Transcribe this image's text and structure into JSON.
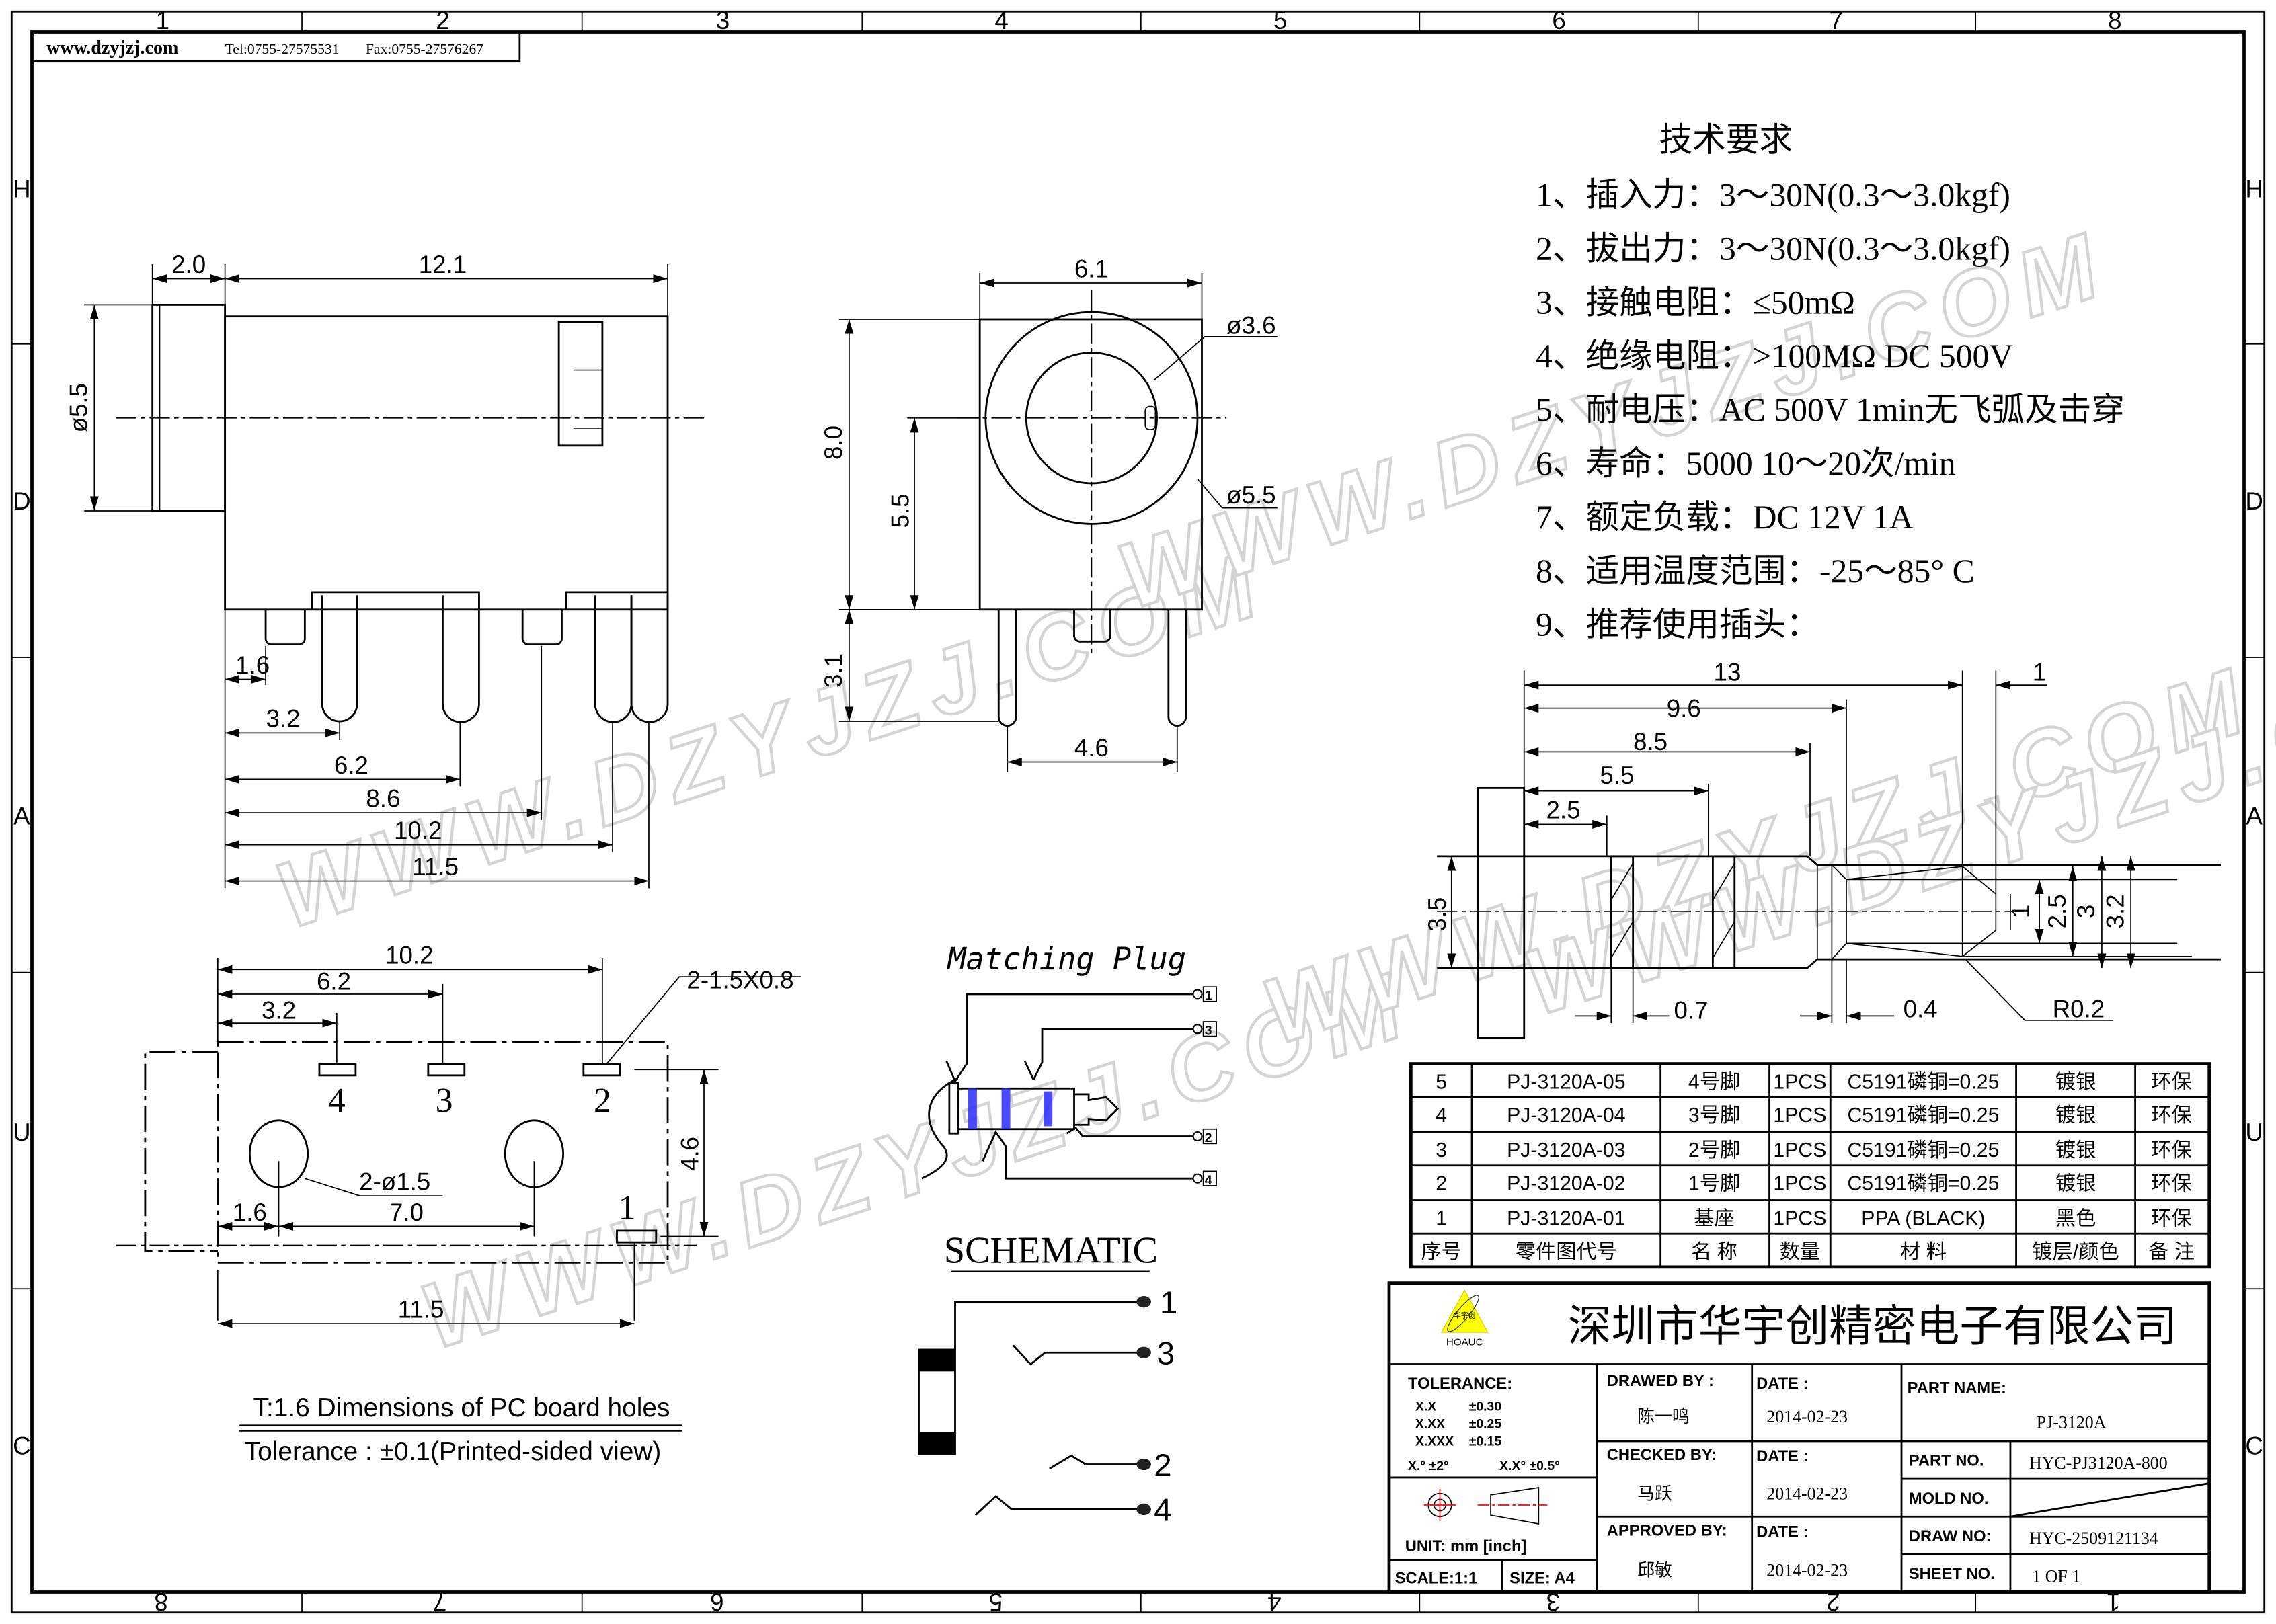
{
  "header": {
    "website": "www.dzyjzj.com",
    "tel": "Tel:0755-27575531",
    "fax": "Fax:0755-27576267"
  },
  "grid": {
    "top": [
      "1",
      "2",
      "3",
      "4",
      "5",
      "6",
      "7",
      "8"
    ],
    "bottom": [
      "8",
      "7",
      "6",
      "5",
      "4",
      "3",
      "2",
      "1"
    ],
    "left": [
      "H",
      "D",
      "A",
      "U",
      "C"
    ],
    "right": [
      "H",
      "D",
      "A",
      "U",
      "C"
    ]
  },
  "watermark": "WWW.DZYJZJ.COM",
  "side_view": {
    "d_2_0": "2.0",
    "d_12_1": "12.1",
    "d_dia55": "ø5.5",
    "d_1_6": "1.6",
    "d_3_2": "3.2",
    "d_6_2": "6.2",
    "d_8_6": "8.6",
    "d_10_2": "10.2",
    "d_11_5": "11.5"
  },
  "front_view": {
    "d_6_1": "6.1",
    "d_dia36": "ø3.6",
    "d_dia55": "ø5.5",
    "d_8_0": "8.0",
    "d_5_5": "5.5",
    "d_3_1": "3.1",
    "d_4_6": "4.6"
  },
  "pcb_view": {
    "d_10_2": "10.2",
    "d_6_2": "6.2",
    "d_3_2": "3.2",
    "slot_note": "2-1.5X0.8",
    "hole_note": "2-ø1.5",
    "d_4_6": "4.6",
    "d_1_6": "1.6",
    "d_7_0": "7.0",
    "d_11_5": "11.5",
    "pins": [
      "4",
      "3",
      "2",
      "1"
    ],
    "note_line1": "T:1.6 Dimensions of PC board holes",
    "note_line2": "Tolerance : ±0.1(Printed-sided view)"
  },
  "matching_plug": {
    "title": "Matching Plug",
    "terminals": [
      "1",
      "3",
      "2",
      "4"
    ]
  },
  "schematic": {
    "title": "SCHEMATIC",
    "pins": [
      "1",
      "3",
      "2",
      "4"
    ]
  },
  "tech_requirements": {
    "title": "技术要求",
    "items": [
      "1、插入力：3～30N(0.3～3.0kgf)",
      "2、拔出力：3～30N(0.3～3.0kgf)",
      "3、接触电阻：≤50mΩ",
      "4、绝缘电阻：>100MΩ  DC  500V",
      "5、耐电压：AC  500V  1min无飞弧及击穿",
      "6、寿命：5000 10～20次/min",
      "7、额定负载：DC  12V  1A",
      "8、适用温度范围：-25～85° C",
      "9、推荐使用插头："
    ]
  },
  "plug_dims": {
    "d13": "13",
    "d1": "1",
    "d9_6": "9.6",
    "d8_5": "8.5",
    "d5_5": "5.5",
    "d2_5": "2.5",
    "d3_5": "3.5",
    "d0_7": "0.7",
    "d0_4": "0.4",
    "r0_2": "R0.2",
    "v1": "1",
    "v2_5": "2.5",
    "v3": "3",
    "v3_2": "3.2"
  },
  "bom": {
    "headers": [
      "序号",
      "零件图代号",
      "名 称",
      "数量",
      "材 料",
      "镀层/颜色",
      "备 注"
    ],
    "rows": [
      [
        "5",
        "PJ-3120A-05",
        "4号脚",
        "1PCS",
        "C5191磷铜=0.25",
        "镀银",
        "环保"
      ],
      [
        "4",
        "PJ-3120A-04",
        "3号脚",
        "1PCS",
        "C5191磷铜=0.25",
        "镀银",
        "环保"
      ],
      [
        "3",
        "PJ-3120A-03",
        "2号脚",
        "1PCS",
        "C5191磷铜=0.25",
        "镀银",
        "环保"
      ],
      [
        "2",
        "PJ-3120A-02",
        "1号脚",
        "1PCS",
        "C5191磷铜=0.25",
        "镀银",
        "环保"
      ],
      [
        "1",
        "PJ-3120A-01",
        "基座",
        "1PCS",
        "PPA (BLACK)",
        "黑色",
        "环保"
      ]
    ]
  },
  "title_block": {
    "logo_text": "HOAUC",
    "logo_cn": "华宇创",
    "company": "深圳市华宇创精密电子有限公司",
    "tolerance_label": "TOLERANCE:",
    "tolerances": [
      [
        "X.X",
        "±0.30"
      ],
      [
        "X.XX",
        "±0.25"
      ],
      [
        "X.XXX",
        "±0.15"
      ]
    ],
    "angle_tol": [
      "X.° ±2°",
      "X.X° ±0.5°"
    ],
    "unit": "UNIT:  mm  [inch]",
    "scale": "SCALE:1:1",
    "size": "SIZE:  A4",
    "drawed_by_label": "DRAWED BY :",
    "drawed_by": "陈一鸣",
    "checked_by_label": "CHECKED BY:",
    "checked_by": "马跃",
    "approved_by_label": "APPROVED BY:",
    "approved_by": "邱敏",
    "date_label": "DATE :",
    "dates": [
      "2014-02-23",
      "2014-02-23",
      "2014-02-23"
    ],
    "part_name_label": "PART NAME:",
    "part_name": "PJ-3120A",
    "part_no_label": "PART NO.",
    "part_no": "HYC-PJ3120A-800",
    "mold_no_label": "MOLD NO.",
    "draw_no_label": "DRAW NO:",
    "draw_no": "HYC-2509121134",
    "sheet_no_label": "SHEET NO.",
    "sheet_no": "1 OF 1"
  },
  "colors": {
    "plug_band": "#2a2aff",
    "logo_yellow": "#ffff00",
    "symbol_red": "#ff0000"
  }
}
